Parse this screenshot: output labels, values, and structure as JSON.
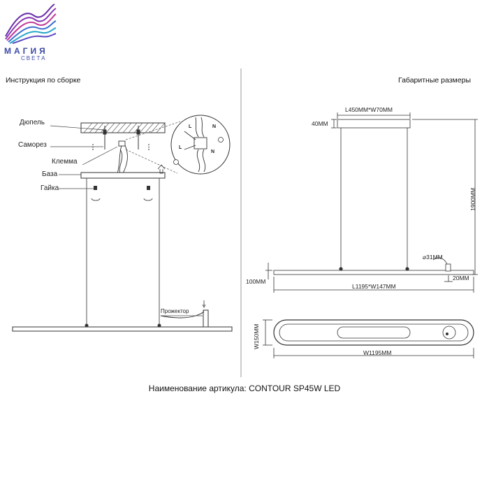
{
  "brand": {
    "name": "МАГИЯ",
    "tagline": "СВЕТА",
    "colors": [
      "#6a2ea8",
      "#3d6fd1",
      "#c23a9a",
      "#2aa7c9"
    ]
  },
  "left_section": {
    "title": "Инструкция по сборке",
    "labels": {
      "dowel": "Дюпель",
      "screw": "Саморез",
      "terminal": "Клемма",
      "base": "База",
      "nut": "Гайка",
      "driver": "Прожектор"
    },
    "wiring_marks": [
      "L",
      "N",
      "L",
      "N"
    ]
  },
  "right_section": {
    "title": "Габаритные размеры",
    "dimensions": {
      "canopy": "L450MM*W70MM",
      "canopy_height": "40MM",
      "total_height": "1900MM",
      "cable_dia": "⌀31MM",
      "body_height": "100MM",
      "end_height": "20MM",
      "body_length": "L1195*W147MM",
      "top_width": "W150MM",
      "top_length": "W1195MM"
    }
  },
  "caption": "Наименование артикула: CONTOUR SP45W LED"
}
